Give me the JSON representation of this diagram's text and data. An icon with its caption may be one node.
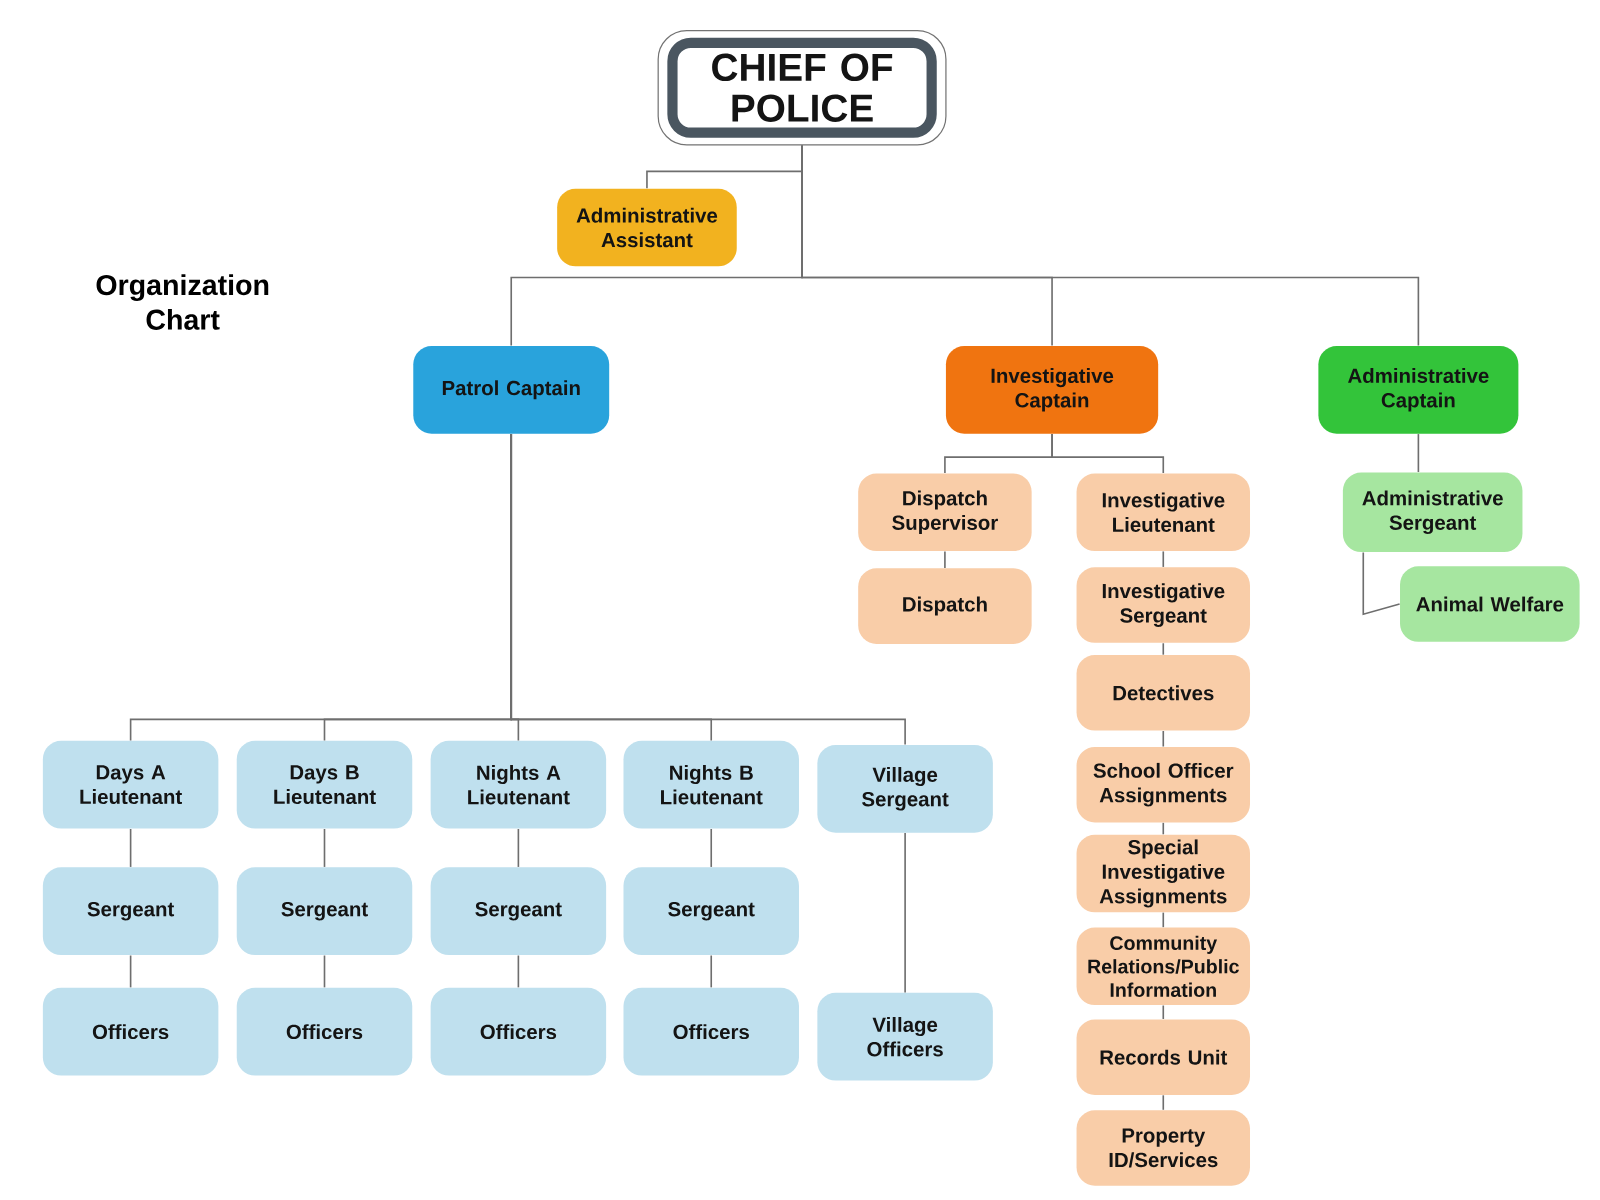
{
  "diagram": {
    "title": "Organization Chart",
    "nodes": [
      {
        "text": [
          "CHIEF OF POLICE"
        ]
      },
      {
        "text": [
          "Administrative Assistant"
        ]
      },
      {
        "text": [
          "Patrol Captain"
        ]
      },
      {
        "text": [
          "Investigative Captain"
        ]
      },
      {
        "text": [
          "Administrative Captain"
        ]
      },
      {
        "text": [
          "Dispatch Supervisor"
        ]
      },
      {
        "text": [
          "Investigative Lieutenant"
        ]
      },
      {
        "text": [
          "Dispatch"
        ]
      },
      {
        "text": [
          "Investigative Sergeant"
        ]
      },
      {
        "text": [
          "Detectives"
        ]
      },
      {
        "text": [
          "School Officer Assignments"
        ]
      },
      {
        "text": [
          "Special Investigative Assignments"
        ]
      },
      {
        "text": [
          "Community Relations/Public Information"
        ]
      },
      {
        "text": [
          "Records Unit"
        ]
      },
      {
        "text": [
          "Property ID/Services"
        ]
      },
      {
        "text": [
          "Administrative Sergeant"
        ]
      },
      {
        "text": [
          "Animal Welfare"
        ]
      },
      {
        "text": [
          "Days A Lieutenant"
        ]
      },
      {
        "text": [
          "Days B Lieutenant"
        ]
      },
      {
        "text": [
          "Nights A Lieutenant"
        ]
      },
      {
        "text": [
          "Nights B Lieutenant"
        ]
      },
      {
        "text": [
          "Village Sergeant"
        ]
      },
      {
        "text": [
          "Sergeant"
        ]
      },
      {
        "text": [
          "Sergeant"
        ]
      },
      {
        "text": [
          "Sergeant"
        ]
      },
      {
        "text": [
          "Sergeant"
        ]
      },
      {
        "text": [
          "Officers"
        ]
      },
      {
        "text": [
          "Officers"
        ]
      },
      {
        "text": [
          "Officers"
        ]
      },
      {
        "text": [
          "Officers"
        ]
      },
      {
        "text": [
          "Village Officers"
        ]
      }
    ],
    "edges": [
      {
        "from": 0,
        "to": 1,
        "arrow": "none"
      },
      {
        "from": 0,
        "to": 2,
        "arrow": "none"
      },
      {
        "from": 0,
        "to": 3,
        "arrow": "none"
      },
      {
        "from": 0,
        "to": 4,
        "arrow": "none"
      },
      {
        "from": 3,
        "to": 5,
        "arrow": "none"
      },
      {
        "from": 3,
        "to": 6,
        "arrow": "none"
      },
      {
        "from": 5,
        "to": 7,
        "arrow": "none"
      },
      {
        "from": 6,
        "to": 8,
        "arrow": "none"
      },
      {
        "from": 8,
        "to": 9,
        "arrow": "none"
      },
      {
        "from": 9,
        "to": 10,
        "arrow": "none"
      },
      {
        "from": 10,
        "to": 11,
        "arrow": "none"
      },
      {
        "from": 11,
        "to": 12,
        "arrow": "none"
      },
      {
        "from": 12,
        "to": 13,
        "arrow": "none"
      },
      {
        "from": 13,
        "to": 14,
        "arrow": "none"
      },
      {
        "from": 4,
        "to": 15,
        "arrow": "none"
      },
      {
        "from": 15,
        "to": 16,
        "arrow": "none"
      },
      {
        "from": 2,
        "to": 17,
        "arrow": "none"
      },
      {
        "from": 2,
        "to": 18,
        "arrow": "none"
      },
      {
        "from": 2,
        "to": 19,
        "arrow": "none"
      },
      {
        "from": 2,
        "to": 20,
        "arrow": "none"
      },
      {
        "from": 2,
        "to": 21,
        "arrow": "none"
      },
      {
        "from": 17,
        "to": 22,
        "arrow": "none"
      },
      {
        "from": 18,
        "to": 23,
        "arrow": "none"
      },
      {
        "from": 19,
        "to": 24,
        "arrow": "none"
      },
      {
        "from": 20,
        "to": 25,
        "arrow": "none"
      },
      {
        "from": 22,
        "to": 26,
        "arrow": "none"
      },
      {
        "from": 23,
        "to": 27,
        "arrow": "none"
      },
      {
        "from": 24,
        "to": 28,
        "arrow": "none"
      },
      {
        "from": 25,
        "to": 29,
        "arrow": "none"
      },
      {
        "from": 21,
        "to": 30,
        "arrow": "none"
      }
    ]
  }
}
